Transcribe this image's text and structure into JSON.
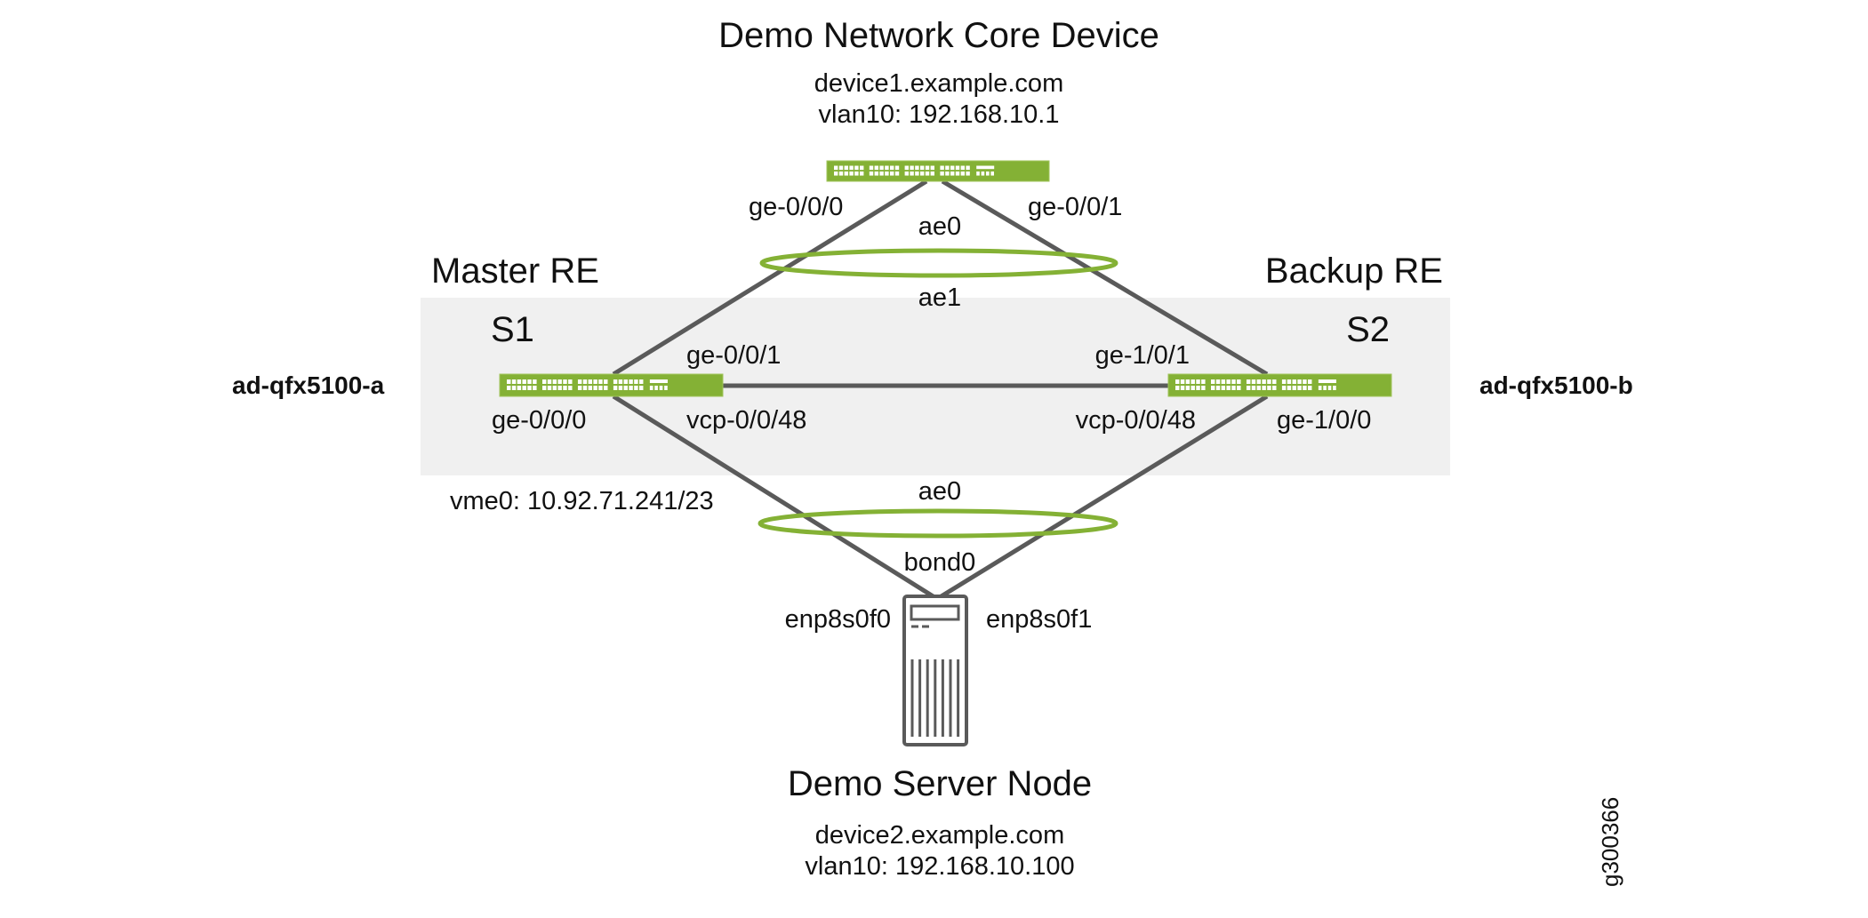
{
  "core_device": {
    "title": "Demo Network Core Device",
    "hostname": "device1.example.com",
    "vlan": "vlan10: 192.168.10.1",
    "port_left": "ge-0/0/0",
    "port_right": "ge-0/0/1"
  },
  "lag_top": {
    "upper_label": "ae0",
    "lower_label": "ae1"
  },
  "virtual_chassis": {
    "master_label": "Master RE",
    "backup_label": "Backup RE",
    "switch_a": {
      "name": "S1",
      "hostname": "ad-qfx5100-a",
      "port_up": "ge-0/0/1",
      "port_down": "ge-0/0/0",
      "vcp_port": "vcp-0/0/48",
      "mgmt": "vme0: 10.92.71.241/23"
    },
    "switch_b": {
      "name": "S2",
      "hostname": "ad-qfx5100-b",
      "port_up": "ge-1/0/1",
      "port_down": "ge-1/0/0",
      "vcp_port": "vcp-0/0/48"
    }
  },
  "lag_bottom": {
    "upper_label": "ae0",
    "lower_label": "bond0"
  },
  "server": {
    "title": "Demo Server Node",
    "hostname": "device2.example.com",
    "vlan": "vlan10: 192.168.10.100",
    "nic_left": "enp8s0f0",
    "nic_right": "enp8s0f1"
  },
  "figure_id": "g300366",
  "colors": {
    "switch_green": "#84b135",
    "link_gray": "#5a5a5a",
    "vc_background": "#f0f0f0"
  }
}
